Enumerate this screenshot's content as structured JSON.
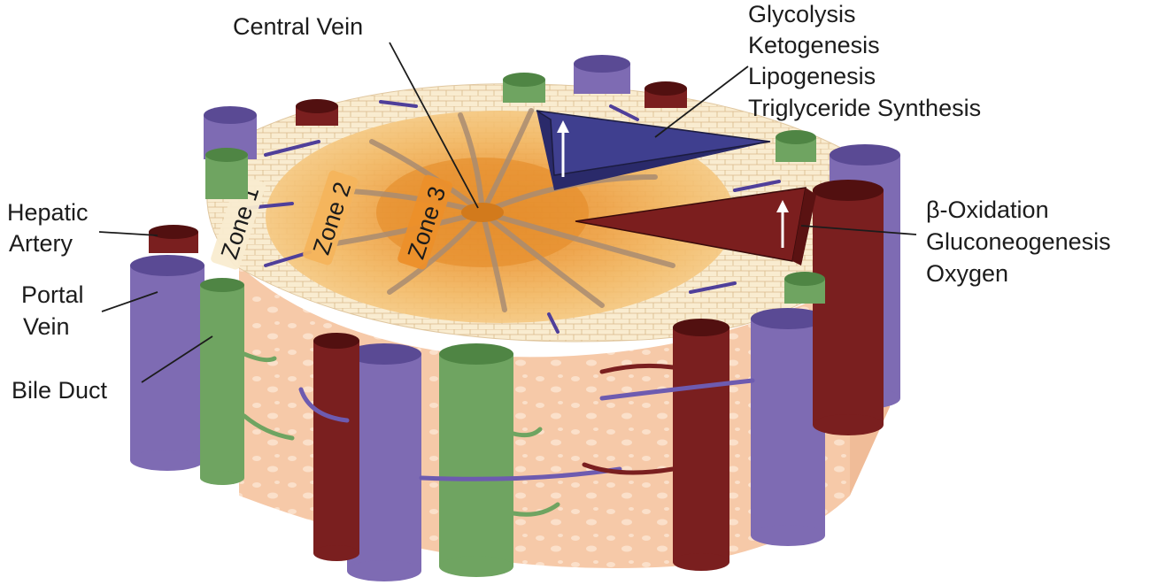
{
  "labels": {
    "central_vein": "Central Vein",
    "hepatic_artery": [
      "Hepatic",
      "Artery"
    ],
    "portal_vein": [
      "Portal",
      "Vein"
    ],
    "bile_duct": "Bile Duct"
  },
  "zones": [
    "Zone 1",
    "Zone 2",
    "Zone 3"
  ],
  "upper_gradient": {
    "items": [
      "Glycolysis",
      "Ketogenesis",
      "Lipogenesis",
      "Triglyceride Synthesis"
    ],
    "color": "#3f3f8f"
  },
  "lower_gradient": {
    "items": [
      "β-Oxidation",
      "Gluconeogenesis",
      "Oxygen"
    ],
    "color": "#7b1e1e"
  },
  "colors": {
    "portal_vein": "#7e6bb3",
    "hepatic_artery": "#7a1f1f",
    "bile_duct": "#6fa461",
    "parenchyma": "#f6c9a8",
    "zone1": "#f9ecd0",
    "zone2": "#f4b45c",
    "zone3": "#ec8f2a"
  }
}
